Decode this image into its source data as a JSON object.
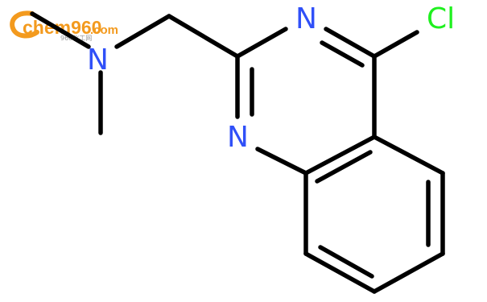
{
  "watermark": {
    "brand": "chem960",
    "suffix": ".com",
    "tagline": "960化工网",
    "colors": {
      "orange": "#f39a1e",
      "tagline": "#999999"
    }
  },
  "molecule": {
    "colors": {
      "bond": "#000000",
      "nitrogen": "#3050f8",
      "chlorine": "#1ff01f"
    },
    "atoms": {
      "n_amine": "N",
      "n3": "N",
      "n1": "N",
      "cl": "Cl"
    }
  }
}
